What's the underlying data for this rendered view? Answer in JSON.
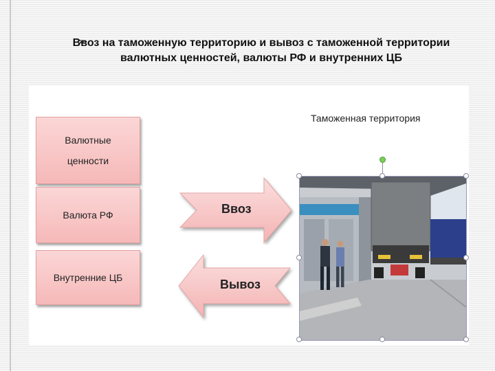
{
  "slide": {
    "bullet": "➢",
    "title": "Ввоз на таможенную территорию и вывоз с таможенной территории валютных ценностей, валюты РФ и внутренних ЦБ"
  },
  "diagram": {
    "boxes": [
      {
        "label": "Валютные\nценности"
      },
      {
        "label": "Валюта РФ"
      },
      {
        "label": "Внутренние ЦБ"
      }
    ],
    "arrows": {
      "import_label": "Ввоз",
      "export_label": "Вывоз"
    },
    "territory_label": "Таможенная территория"
  },
  "colors": {
    "box_fill": "#f6b9b9",
    "arrow_fill": "#f7c6c6"
  }
}
